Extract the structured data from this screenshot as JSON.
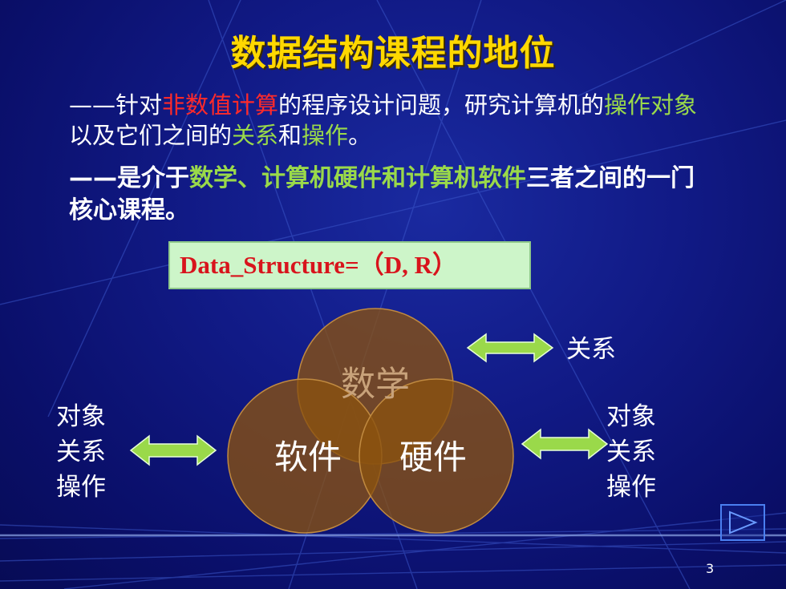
{
  "title": "数据结构课程的地位",
  "para1": {
    "lead": "——针对",
    "highlight1": "非数值计算",
    "mid1": "的程序设计问题，研究计算机的",
    "highlight2": "操作对象",
    "mid2": "以及它们之间的",
    "highlight3": "关系",
    "mid3": "和",
    "highlight4": "操作",
    "end": "。"
  },
  "para2": {
    "lead": "——是介于",
    "highlight1": "数学、计算机硬件和计算机软件",
    "end": "三者之间的一门核心课程。"
  },
  "formula": "Data_Structure=（D, R）",
  "venn": {
    "top": "数学",
    "left": "软件",
    "right": "硬件"
  },
  "legend_relation": "关系",
  "left_labels": [
    "对象",
    "关系",
    "操作"
  ],
  "right_labels": [
    "对象",
    "关系",
    "操作"
  ],
  "page_number": "3",
  "colors": {
    "title": "#ffd800",
    "highlight_red": "#ff2a2a",
    "highlight_green": "#9ad94a",
    "circle_fill": "#8a5210",
    "arrow": "#9ad94a"
  }
}
